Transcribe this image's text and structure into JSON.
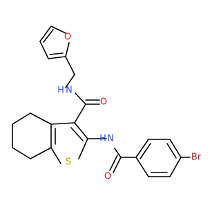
{
  "molecule": {
    "atoms": {
      "furan_o": {
        "text": "O",
        "color": "#ff0d0d"
      },
      "amide_n_top": {
        "text": "N",
        "color": "#3050f8"
      },
      "amide_h_top": {
        "text": "H",
        "color": "#3050f8"
      },
      "amide_o_top": {
        "text": "O",
        "color": "#ff0d0d"
      },
      "amide_n_mid": {
        "text": "N",
        "color": "#3050f8"
      },
      "amide_h_mid": {
        "text": "H",
        "color": "#3050f8"
      },
      "sulfur": {
        "text": "S",
        "color": "#c8a000"
      },
      "amide_o_bottom": {
        "text": "O",
        "color": "#ff0d0d"
      },
      "bromine": {
        "text": "Br",
        "color": "#a62929"
      }
    }
  }
}
